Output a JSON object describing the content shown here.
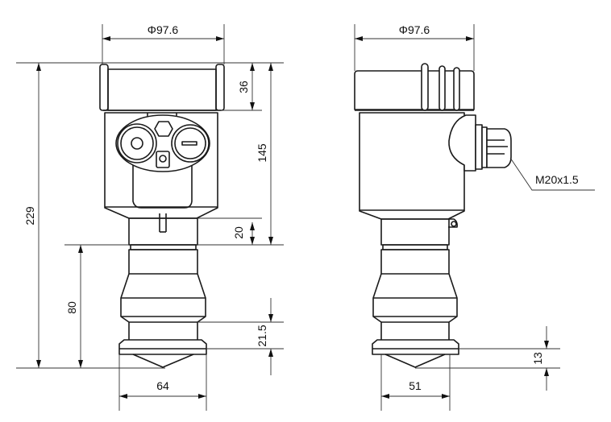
{
  "title": "Radar level transmitter dimension drawing",
  "front_view": {
    "dimensions": {
      "housing_diameter": "Φ97.6",
      "total_height": "229",
      "cap_height": "36",
      "housing_height": "145",
      "neck_height": "20",
      "lower_height": "80",
      "flange_height": "21.5",
      "flange_diameter": "64"
    }
  },
  "side_view": {
    "dimensions": {
      "housing_diameter": "Φ97.6",
      "cable_gland_thread": "M20x1.5",
      "cone_height": "13",
      "neck_diameter": "51"
    }
  }
}
